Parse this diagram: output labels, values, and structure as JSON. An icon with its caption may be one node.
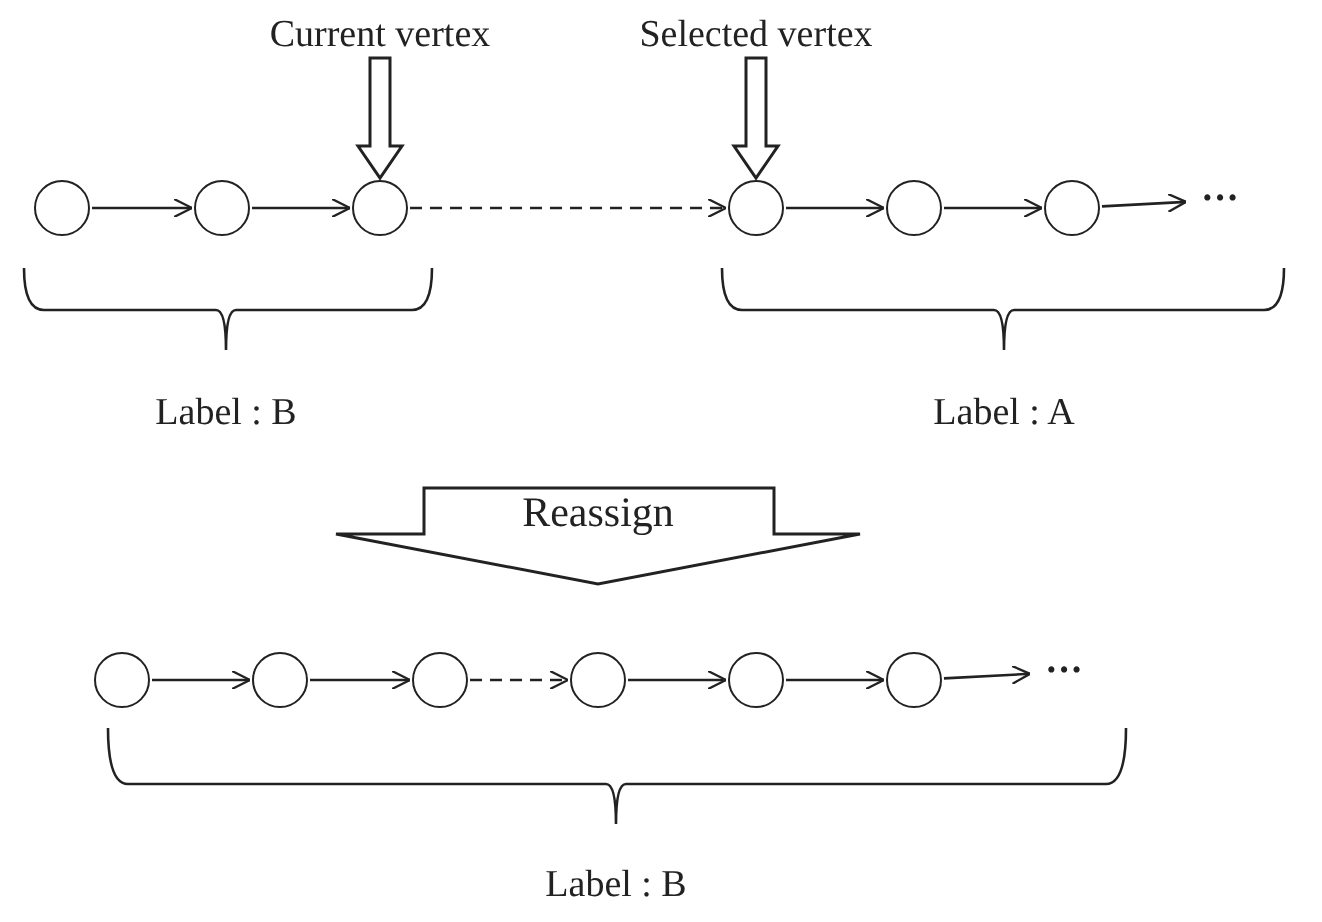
{
  "diagram": {
    "nodes": [
      {
        "text": [
          "Current vertex"
        ]
      },
      {
        "text": [
          "Selected vertex"
        ]
      },
      {
        "text": [],
        "shape": "circle"
      },
      {
        "text": [],
        "shape": "circle"
      },
      {
        "text": [],
        "shape": "circle"
      },
      {
        "text": [],
        "shape": "circle"
      },
      {
        "text": [],
        "shape": "circle"
      },
      {
        "text": [],
        "shape": "circle"
      },
      {
        "text": [
          "···"
        ]
      },
      {
        "text": [
          "Reassign"
        ]
      },
      {
        "text": [],
        "shape": "circle"
      },
      {
        "text": [],
        "shape": "circle"
      },
      {
        "text": [],
        "shape": "circle"
      },
      {
        "text": [],
        "shape": "circle"
      },
      {
        "text": [],
        "shape": "circle"
      },
      {
        "text": [],
        "shape": "circle"
      },
      {
        "text": [
          "···"
        ]
      }
    ],
    "edges": [
      {
        "from": 0,
        "to": 4,
        "arrow": "to",
        "style": "thick"
      },
      {
        "from": 1,
        "to": 5,
        "arrow": "to",
        "style": "thick"
      },
      {
        "from": 2,
        "to": 3,
        "arrow": "to"
      },
      {
        "from": 3,
        "to": 4,
        "arrow": "to"
      },
      {
        "from": 4,
        "to": 5,
        "arrow": "to",
        "style": "dashed"
      },
      {
        "from": 5,
        "to": 6,
        "arrow": "to"
      },
      {
        "from": 6,
        "to": 7,
        "arrow": "to"
      },
      {
        "from": 7,
        "to": 8,
        "arrow": "to"
      },
      {
        "from": 10,
        "to": 11,
        "arrow": "to"
      },
      {
        "from": 11,
        "to": 12,
        "arrow": "to"
      },
      {
        "from": 12,
        "to": 13,
        "arrow": "to",
        "style": "dashed"
      },
      {
        "from": 13,
        "to": 14,
        "arrow": "to"
      },
      {
        "from": 14,
        "to": 15,
        "arrow": "to"
      },
      {
        "from": 15,
        "to": 16,
        "arrow": "to"
      }
    ],
    "labels": [
      "Label : B",
      "Label : A",
      "Label : B"
    ]
  }
}
